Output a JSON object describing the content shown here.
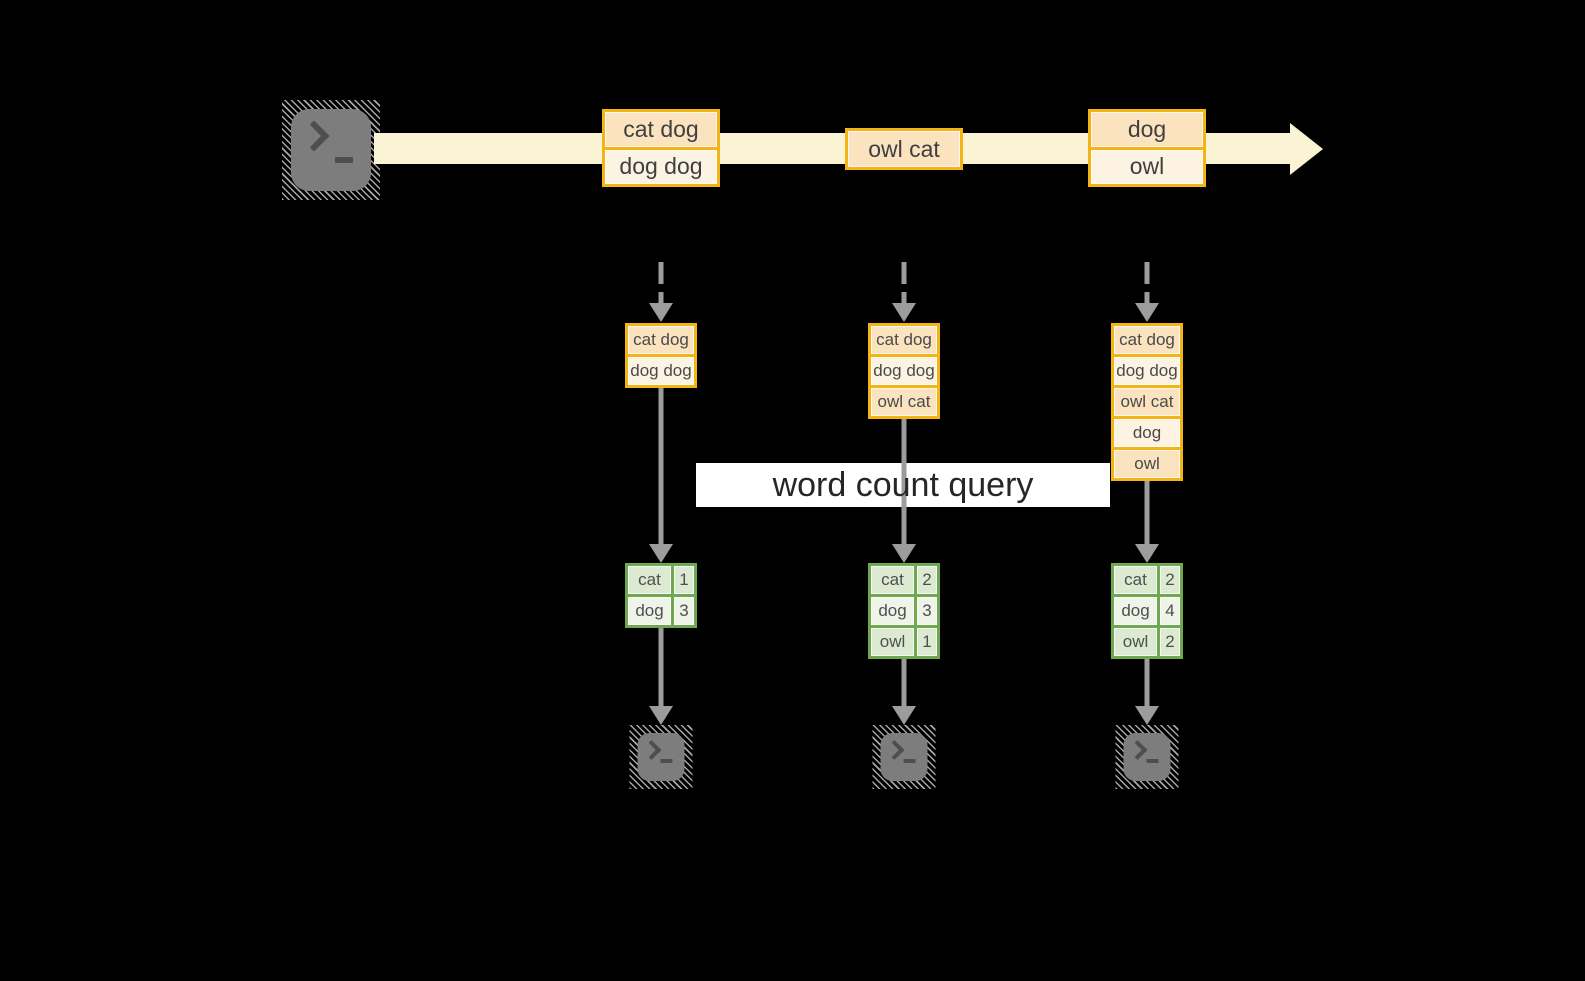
{
  "query_label": "word count query",
  "stream": {
    "source_icon": "terminal-icon",
    "events": [
      {
        "rows": [
          "cat dog",
          "dog dog"
        ]
      },
      {
        "rows": [
          "owl cat"
        ]
      },
      {
        "rows": [
          "dog",
          "owl"
        ]
      }
    ]
  },
  "columns": [
    {
      "buffer_rows": [
        "cat dog",
        "dog dog"
      ],
      "counts": [
        {
          "word": "cat",
          "count": "1"
        },
        {
          "word": "dog",
          "count": "3"
        }
      ],
      "sink_icon": "terminal-icon"
    },
    {
      "buffer_rows": [
        "cat dog",
        "dog dog",
        "owl cat"
      ],
      "counts": [
        {
          "word": "cat",
          "count": "2"
        },
        {
          "word": "dog",
          "count": "3"
        },
        {
          "word": "owl",
          "count": "1"
        }
      ],
      "sink_icon": "terminal-icon"
    },
    {
      "buffer_rows": [
        "cat dog",
        "dog dog",
        "owl cat",
        "dog",
        "owl"
      ],
      "counts": [
        {
          "word": "cat",
          "count": "2"
        },
        {
          "word": "dog",
          "count": "4"
        },
        {
          "word": "owl",
          "count": "2"
        }
      ],
      "sink_icon": "terminal-icon"
    }
  ],
  "colors": {
    "stream_fill": "#faf3d4",
    "event_border": "#f3b516",
    "event_fill_dark": "#fbe3c0",
    "event_fill_light": "#fdf3e2",
    "table_border": "#70a84f",
    "table_fill_dark": "#dcead2",
    "table_fill_light": "#eef4e8",
    "arrow_gray": "#9c9c9c",
    "terminal_gray": "#7d7d7d",
    "label_bg": "#ffffff"
  }
}
